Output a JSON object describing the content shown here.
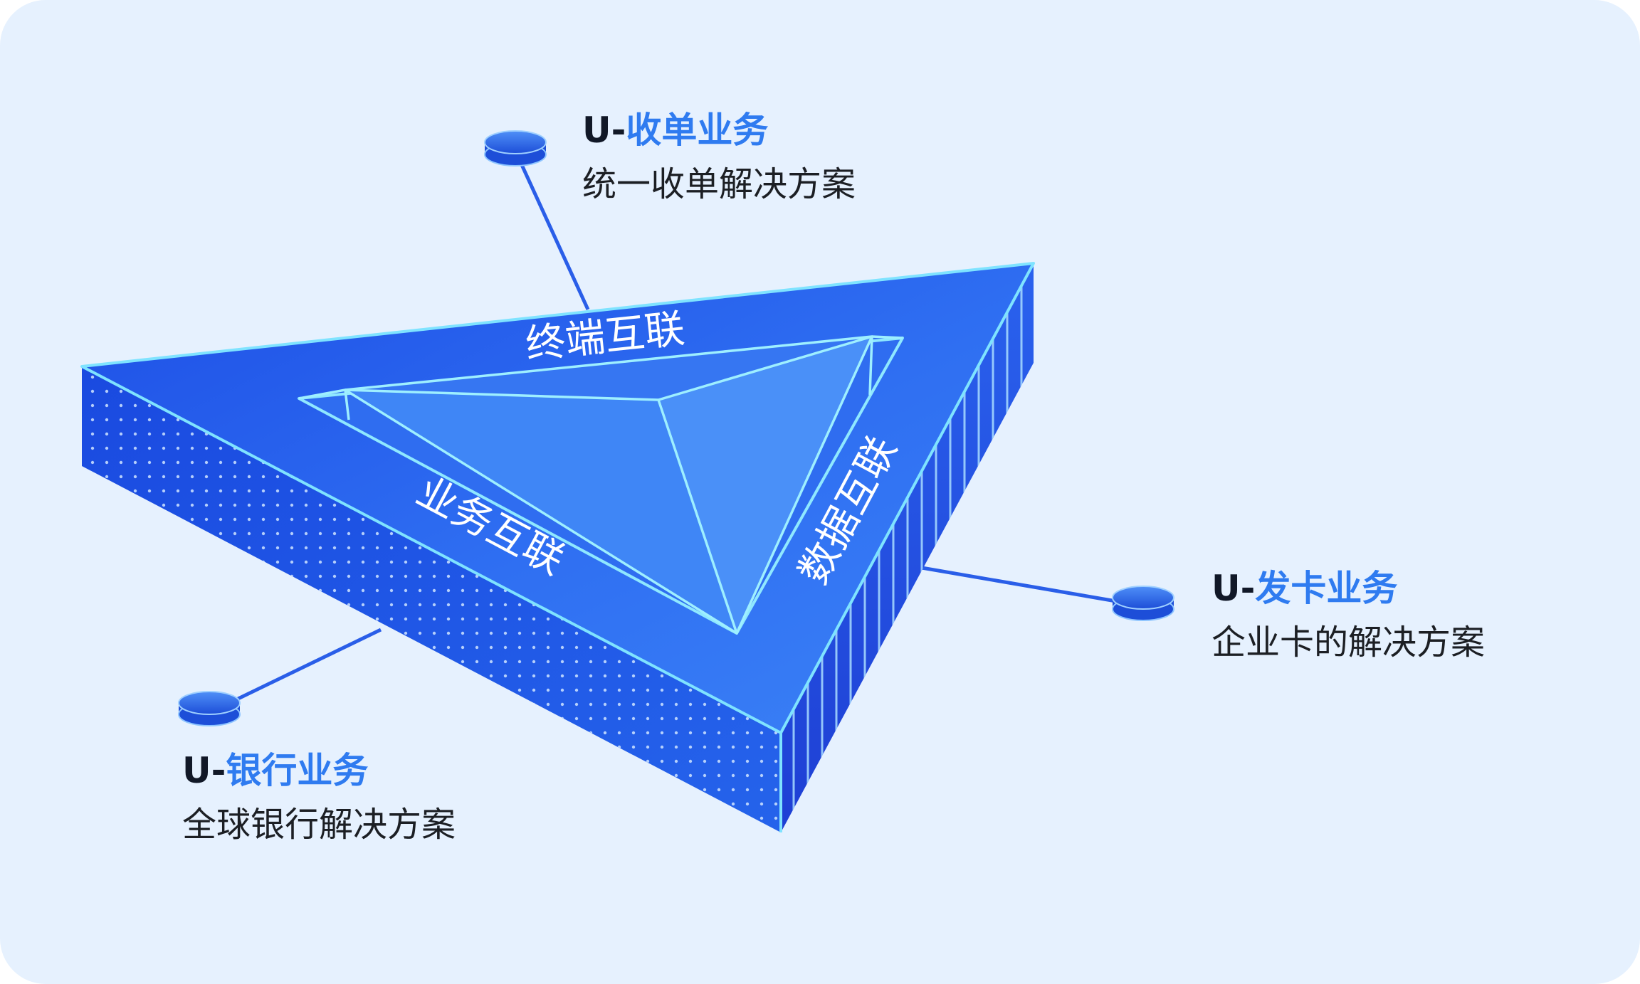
{
  "colors": {
    "background": "#e6f1fe",
    "accent": "#2f7bf0",
    "triangle_top": "#2563eb",
    "triangle_side": "#1d4fe0",
    "glow": "#7fe3ff"
  },
  "triangle": {
    "labels": {
      "terminal": "终端互联",
      "business": "业务互联",
      "data": "数据互联"
    }
  },
  "nodes": [
    {
      "prefix": "U-",
      "title": "收单业务",
      "subtitle": "统一收单解决方案"
    },
    {
      "prefix": "U-",
      "title": "发卡业务",
      "subtitle": "企业卡的解决方案"
    },
    {
      "prefix": "U-",
      "title": "银行业务",
      "subtitle": "全球银行解决方案"
    }
  ]
}
